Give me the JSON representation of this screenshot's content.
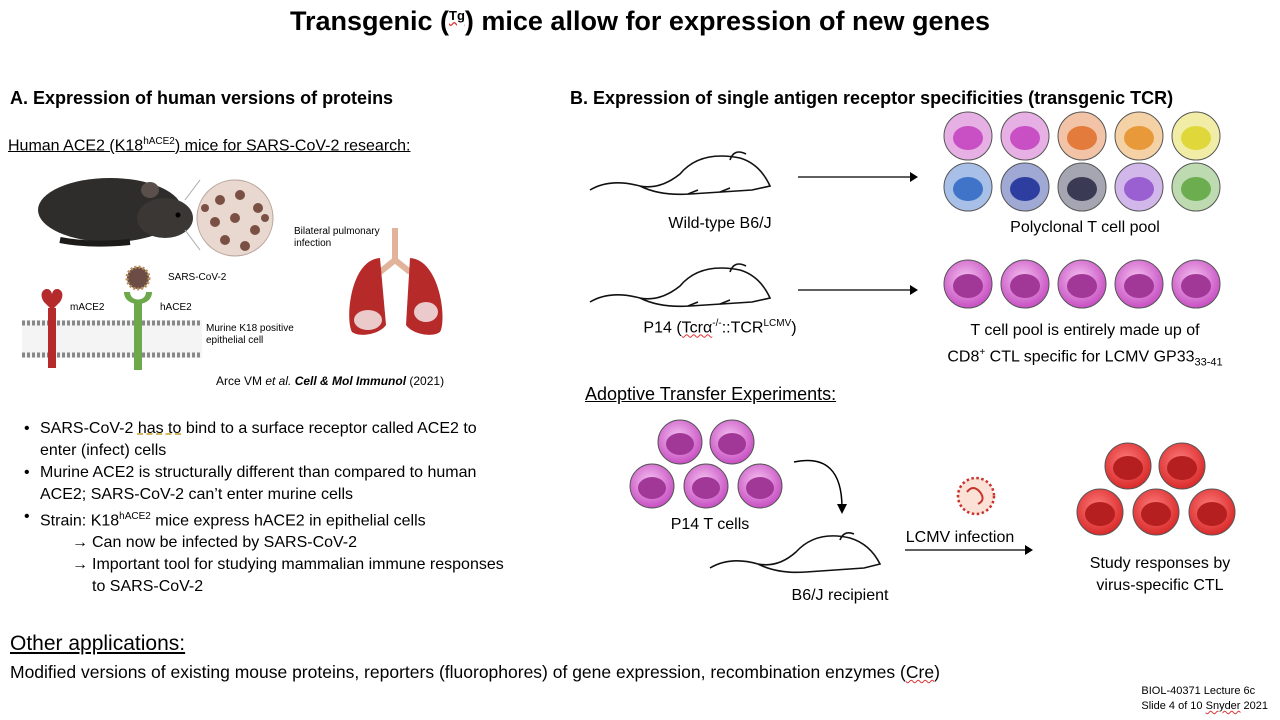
{
  "title": {
    "pre": "Transgenic (",
    "sup": "Tg",
    "post": ") mice allow for expression of new genes"
  },
  "section_a": {
    "heading": "A. Expression of human versions of proteins",
    "subheading_pre": "Human ACE2 (K18",
    "subheading_sup": "hACE2",
    "subheading_post": ") mice for SARS-CoV-2 research:",
    "figure": {
      "label_bilateral": "Bilateral pulmonary infection",
      "label_sars": "SARS-CoV-2",
      "label_mace2": "mACE2",
      "label_hace2": "hACE2",
      "label_cell": "Murine K18 positive epithelial cell"
    },
    "citation": {
      "pre": "Arce VM ",
      "etal": "et al.",
      "journal": "Cell & Mol Immunol",
      "year": " (2021)"
    },
    "bullets": {
      "b1_pre": "SARS-CoV-2 ",
      "b1_sq": "has to",
      "b1_post": " bind to a surface receptor called ACE2 to enter (infect) cells",
      "b2": "Murine ACE2 is structurally different than compared to human ACE2; SARS-CoV-2 can’t enter murine cells",
      "b3_pre": "Strain: K18",
      "b3_sup": "hACE2",
      "b3_post": " mice express hACE2 in epithelial cells",
      "arrow": "→",
      "s1": "Can now be infected by SARS-CoV-2",
      "s2": "Important tool for studying mammalian immune responses to SARS-CoV-2"
    }
  },
  "section_b": {
    "heading": "B. Expression of single antigen receptor specificities (transgenic TCR)",
    "wildtype_label": "Wild-type B6/J",
    "polyclonal_label": "Polyclonal T cell pool",
    "p14_pre": "P14 (",
    "p14_sq": "Tcrα",
    "p14_sup1": "-/-",
    "p14_mid": "::TCR",
    "p14_sup2": "LCMV",
    "p14_post": ")",
    "tcell_pool_line1": "T cell pool is entirely made up of",
    "tcell_pool_line2_pre": "CD8",
    "tcell_pool_line2_sup": "+",
    "tcell_pool_line2_mid": " CTL specific for LCMV GP33",
    "tcell_pool_line2_sub": "33-41",
    "polyclonal_colors": [
      "#c84fc4",
      "#c84fc4",
      "#e27b3c",
      "#e89a3a",
      "#e0d83a",
      "#3f74c9",
      "#2d3ea0",
      "#3a3a55",
      "#9a5fd0",
      "#6cae4f"
    ]
  },
  "adoptive": {
    "heading": "Adoptive Transfer Experiments:",
    "p14_cells": "P14 T cells",
    "recipient": "B6/J recipient",
    "infection": "LCMV infection",
    "study_line1": "Study responses by",
    "study_line2": "virus-specific CTL"
  },
  "other": {
    "heading": "Other applications:",
    "text_pre": "Modified versions of existing mouse proteins, reporters (fluorophores) of gene expression, recombination enzymes (",
    "text_sq": "Cre",
    "text_post": ")"
  },
  "footer": {
    "line1": "BIOL-40371 Lecture 6c",
    "line2_pre": "Slide 4 of 10 ",
    "line2_sq": "Snyder",
    "line2_post": " 2021"
  }
}
